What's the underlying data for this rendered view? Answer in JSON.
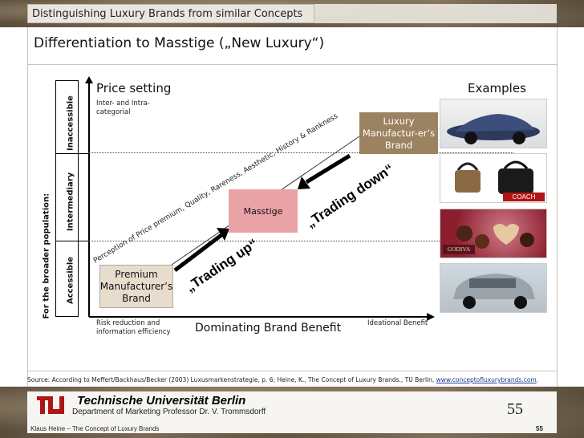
{
  "header": {
    "title": "Distinguishing Luxury Brands from similar Concepts"
  },
  "slide": {
    "title": "Differentiation to Masstige („New Luxury“)"
  },
  "axes": {
    "y_outer_label": "For the broader population:",
    "rows": [
      "Inaccessible",
      "Intermediary",
      "Accessible"
    ],
    "price_setting": "Price setting",
    "inter_intra": "Inter- and Intra-categorial",
    "x_label": "Dominating Brand Benefit",
    "x_left": "Risk reduction and information efficiency",
    "x_right": "Ideational Benefit",
    "examples": "Examples"
  },
  "boxes": {
    "premium": "Premium Manufacturer’s Brand",
    "masstige": "Masstige",
    "luxury": "Luxury Manufactur-er’s Brand"
  },
  "diagonal_text": "Perception of Price premium, Quality, Rareness, Aesthetic, History & Rankness",
  "arrows": {
    "trading_up": "„Trading up“",
    "trading_down": "„Trading down“"
  },
  "photos": {
    "coach_label": "COACH",
    "godiva_label": "GODIVA"
  },
  "source": {
    "text": "Source: According to Meffert/Backhaus/Becker (2003) Luxusmarkenstrategie, p. 6; Heine, K., The Concept of Luxury Brands., TU Berlin, ",
    "link": "www.conceptofluxurybrands.com",
    "end": "."
  },
  "footer": {
    "university": "Technische Universität Berlin",
    "department": "Department of Marketing Professor Dr. V. Trommsdorff",
    "left": "Klaus Heine – The Concept of Luxury Brands",
    "page_big": "55",
    "page_small": "55"
  }
}
